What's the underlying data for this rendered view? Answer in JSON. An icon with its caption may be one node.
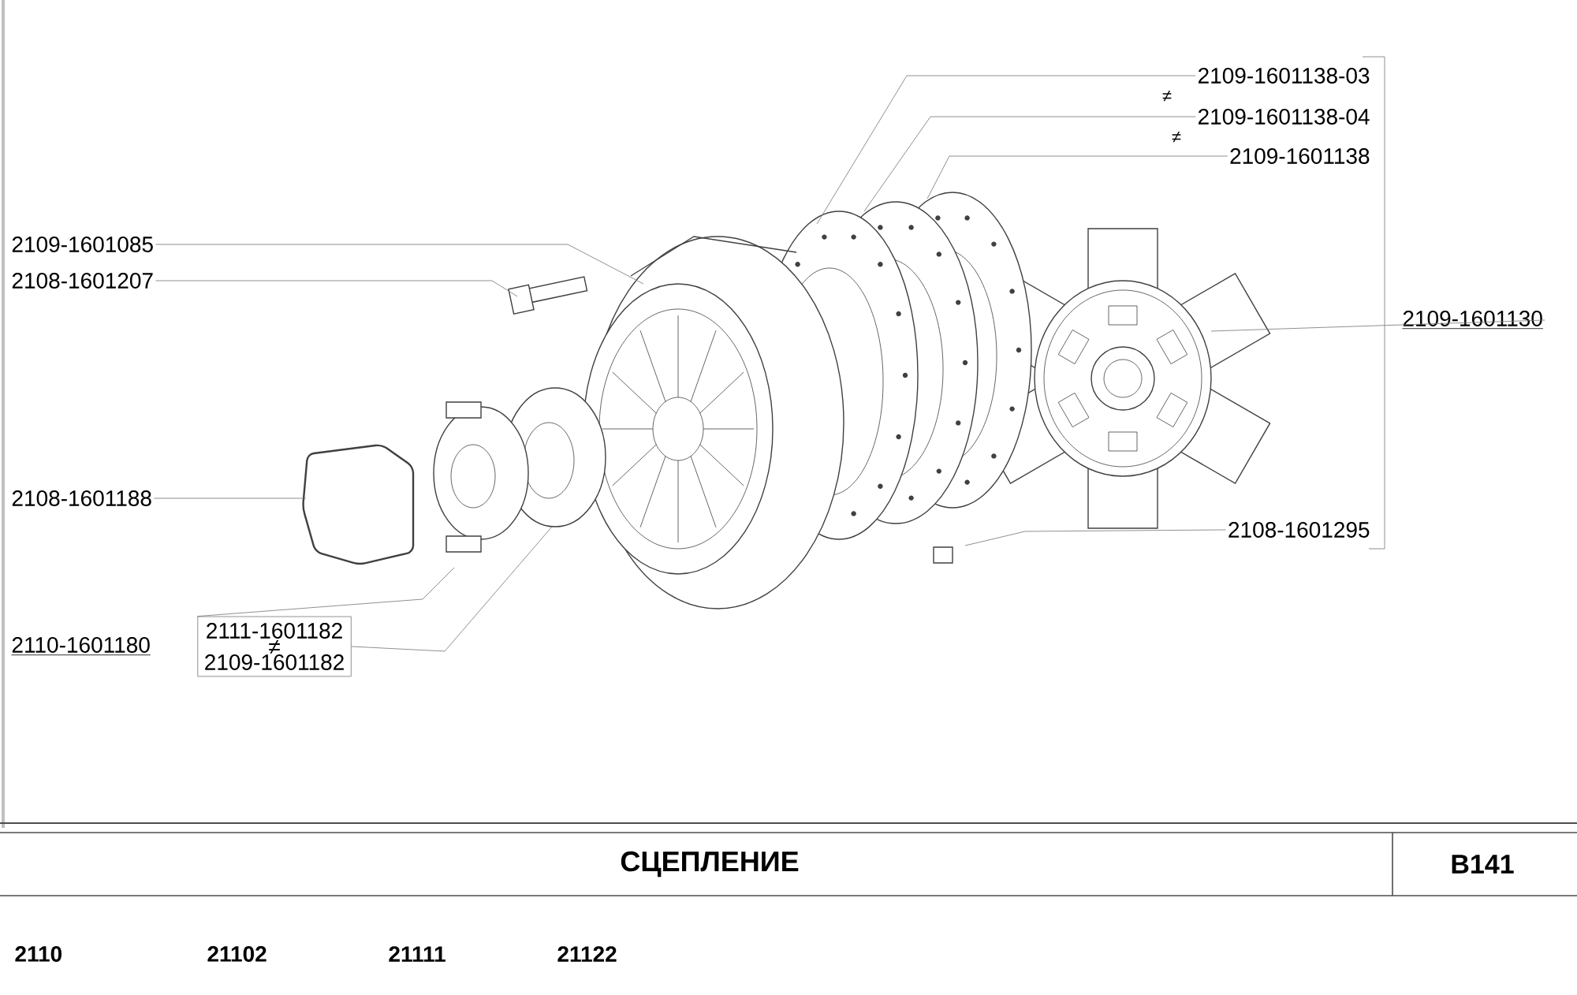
{
  "diagram": {
    "title": "СЦЕПЛЕНИЕ",
    "nodes": [
      {
        "text": [
          "2109-1601138-03"
        ]
      },
      {
        "text": [
          "2109-1601138-04"
        ]
      },
      {
        "text": [
          "2109-1601138"
        ]
      },
      {
        "text": [
          "2109-1601085"
        ]
      },
      {
        "text": [
          "2108-1601207"
        ]
      },
      {
        "text": [
          "2109-1601130"
        ]
      },
      {
        "text": [
          "2108-1601188"
        ]
      },
      {
        "text": [
          "2108-1601295"
        ]
      },
      {
        "text": [
          "2111-1601182",
          "≠",
          "2109-1601182"
        ]
      }
    ],
    "edges": [
      {
        "from": 0,
        "to": null,
        "arrow": "none"
      },
      {
        "from": 1,
        "to": null,
        "arrow": "none"
      },
      {
        "from": 2,
        "to": null,
        "arrow": "none"
      },
      {
        "from": 3,
        "to": null,
        "arrow": "none"
      },
      {
        "from": 4,
        "to": null,
        "arrow": "none"
      },
      {
        "from": 5,
        "to": null,
        "arrow": "none"
      },
      {
        "from": 6,
        "to": null,
        "arrow": "none"
      },
      {
        "from": 7,
        "to": null,
        "arrow": "none"
      },
      {
        "from": 8,
        "to": null,
        "arrow": "none"
      },
      {
        "from": 8,
        "to": null,
        "arrow": "none"
      }
    ],
    "labels": [
      "≠",
      "≠",
      "2110-1601180",
      "B141",
      "2110",
      "21102",
      "21111",
      "21122"
    ]
  }
}
